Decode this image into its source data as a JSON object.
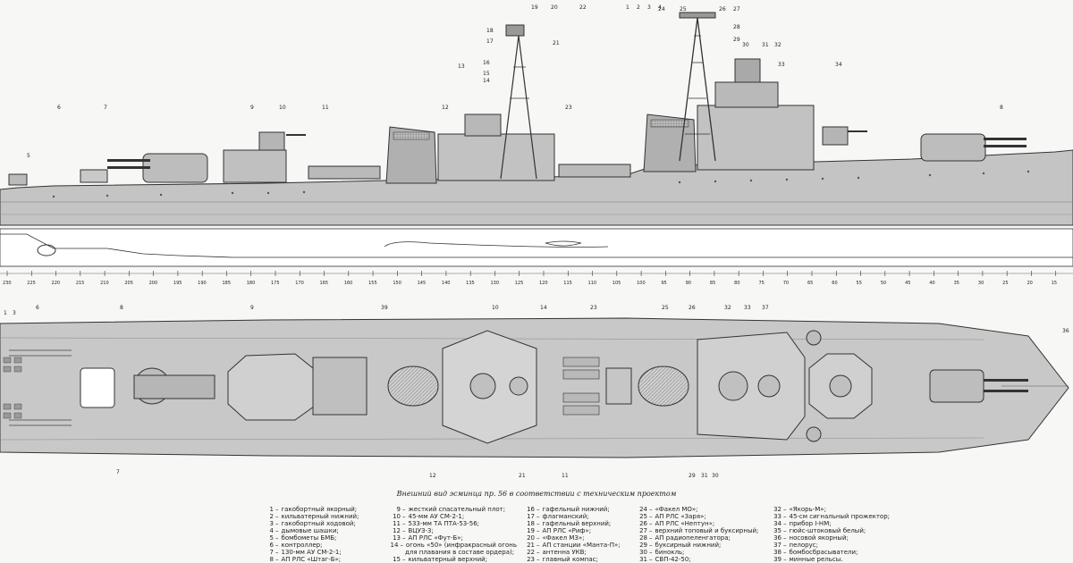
{
  "caption": "Внешний вид эсминца пр. 56 в соответствии с техническим проектом",
  "profile_callouts": [
    "1",
    "2",
    "3",
    "4",
    "5",
    "6",
    "7",
    "8",
    "9",
    "10",
    "11",
    "12",
    "13",
    "14",
    "15",
    "16",
    "17",
    "18",
    "19",
    "20",
    "21",
    "22",
    "23",
    "24",
    "25",
    "26",
    "27",
    "28",
    "29",
    "30",
    "31",
    "32",
    "33",
    "34"
  ],
  "plan_callouts": [
    "1",
    "3",
    "6",
    "7",
    "8",
    "9",
    "10",
    "11",
    "12",
    "14",
    "21",
    "23",
    "25",
    "26",
    "29",
    "30",
    "31",
    "32",
    "33",
    "36",
    "37",
    "39"
  ],
  "scale_ticks": [
    "230",
    "225",
    "220",
    "215",
    "210",
    "205",
    "200",
    "195",
    "190",
    "185",
    "180",
    "175",
    "170",
    "165",
    "160",
    "155",
    "150",
    "145",
    "140",
    "135",
    "130",
    "125",
    "120",
    "115",
    "110",
    "105",
    "100",
    "95",
    "90",
    "85",
    "80",
    "75",
    "70",
    "65",
    "60",
    "55",
    "50",
    "45",
    "40",
    "35",
    "30",
    "25",
    "20",
    "15"
  ],
  "legend": [
    [
      {
        "num": "1",
        "text": "гакобортный якорный;"
      },
      {
        "num": "2",
        "text": "кильватерный нижний;"
      },
      {
        "num": "3",
        "text": "гакобортный ходовой;"
      },
      {
        "num": "4",
        "text": "дымовые шашки;"
      },
      {
        "num": "5",
        "text": "бомбометы БМБ;"
      },
      {
        "num": "6",
        "text": "контроллер;"
      },
      {
        "num": "7",
        "text": "130-мм АУ СМ-2-1;"
      },
      {
        "num": "8",
        "text": "АП РЛС «Штаг-Б»;"
      }
    ],
    [
      {
        "num": "9",
        "text": "жесткий спасательный плот;"
      },
      {
        "num": "10",
        "text": "45-мм АУ СМ-2-1;"
      },
      {
        "num": "11",
        "text": "533-мм ТА ПТА-53-56;"
      },
      {
        "num": "12",
        "text": "ВЦУЗ-3;"
      },
      {
        "num": "13",
        "text": "АП РЛС «Фут-Б»;"
      },
      {
        "num": "14",
        "text": "огонь «50» (инфракрасный огонь"
      },
      {
        "num": "",
        "text": "для плавания в составе ордера);"
      },
      {
        "num": "15",
        "text": "кильватерный верхний;"
      }
    ],
    [
      {
        "num": "16",
        "text": "гафельный нижний;"
      },
      {
        "num": "17",
        "text": "флагманский;"
      },
      {
        "num": "18",
        "text": "гафельный верхний;"
      },
      {
        "num": "19",
        "text": "АП РЛС «Риф»;"
      },
      {
        "num": "20",
        "text": "«Факел МЗ»;"
      },
      {
        "num": "21",
        "text": "АП станции «Манта-П»;"
      },
      {
        "num": "22",
        "text": "антенна УКВ;"
      },
      {
        "num": "23",
        "text": "главный компас;"
      }
    ],
    [
      {
        "num": "24",
        "text": "«Факел МО»;"
      },
      {
        "num": "25",
        "text": "АП РЛС «Заря»;"
      },
      {
        "num": "26",
        "text": "АП РЛС «Нептун»;"
      },
      {
        "num": "27",
        "text": "верхний топовый и буксирный;"
      },
      {
        "num": "28",
        "text": "АП радиопеленгатора;"
      },
      {
        "num": "29",
        "text": "буксирный нижний;"
      },
      {
        "num": "30",
        "text": "бинокль;"
      },
      {
        "num": "31",
        "text": "СВП-42-50;"
      }
    ],
    [
      {
        "num": "32",
        "text": "«Якорь-М»;"
      },
      {
        "num": "33",
        "text": "45-см сигнальный прожектор;"
      },
      {
        "num": "34",
        "text": "прибор I-НМ;"
      },
      {
        "num": "35",
        "text": "гюйс-штоковый белый;"
      },
      {
        "num": "36",
        "text": "носовой якорный;"
      },
      {
        "num": "37",
        "text": "пелорус;"
      },
      {
        "num": "38",
        "text": "бомбосбрасыватели;"
      },
      {
        "num": "39",
        "text": "минные рельсы."
      }
    ]
  ]
}
